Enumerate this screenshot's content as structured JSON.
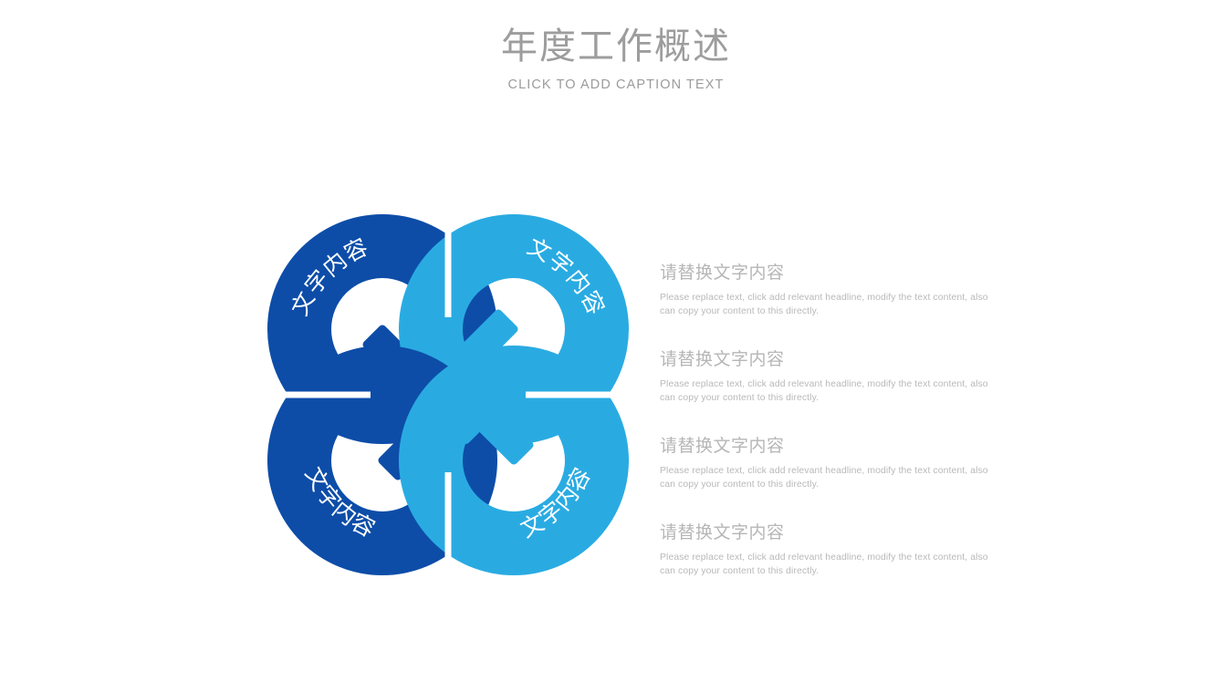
{
  "header": {
    "title": "年度工作概述",
    "subtitle": "CLICK TO ADD CAPTION TEXT",
    "title_color": "#9d9d9d",
    "subtitle_color": "#9b9b9b"
  },
  "theme": {
    "dark_blue": "#0D4DA8",
    "light_blue": "#29ABE2",
    "background": "#ffffff",
    "heading_gray": "#b6b6b6",
    "body_gray": "#b9b9b9"
  },
  "diagram": {
    "type": "four-petal-pinwheel-arrows",
    "petals": [
      {
        "position": "top-left",
        "label": "文字内容",
        "color": "#0D4DA8",
        "arrow_direction": "down-to-center"
      },
      {
        "position": "top-right",
        "label": "文字内容",
        "color": "#29ABE2",
        "arrow_direction": "left-to-center"
      },
      {
        "position": "bottom-left",
        "label": "文字内容",
        "color": "#0D4DA8",
        "arrow_direction": "right-to-center"
      },
      {
        "position": "bottom-right",
        "label": "文字内容",
        "color": "#29ABE2",
        "arrow_direction": "up-to-center"
      }
    ]
  },
  "text_blocks": [
    {
      "heading": "请替换文字内容",
      "body": "Please replace text, click add relevant headline, modify the text content, also can copy your content to this directly."
    },
    {
      "heading": "请替换文字内容",
      "body": "Please replace text, click add relevant headline, modify the text content, also can copy your content to this directly."
    },
    {
      "heading": "请替换文字内容",
      "body": "Please replace text, click add relevant headline, modify the text content, also can copy your content to this directly."
    },
    {
      "heading": "请替换文字内容",
      "body": "Please replace text, click add relevant headline, modify the text content, also can copy your content to this directly."
    }
  ]
}
